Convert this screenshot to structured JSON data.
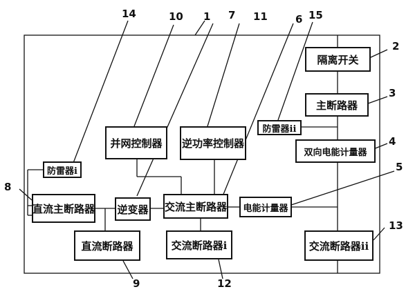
{
  "components": {
    "isolation_switch": "隔离开关",
    "main_breaker": "主断路器",
    "surge_protector_2": "防雷器ii",
    "bidirectional_meter": "双向电能计量器",
    "grid_controller": "并网控制器",
    "reverse_power_controller": "逆功率控制器",
    "surge_protector_1": "防雷器i",
    "dc_main_breaker": "直流主断路器",
    "inverter": "逆变器",
    "ac_main_breaker": "交流主断路器",
    "energy_meter": "电能计量器",
    "dc_breaker": "直流断路器",
    "ac_breaker_1": "交流断路器i",
    "ac_breaker_2": "交流断路器ii"
  },
  "labels": {
    "n1": "1",
    "n2": "2",
    "n3": "3",
    "n4": "4",
    "n5": "5",
    "n6": "6",
    "n7": "7",
    "n8": "8",
    "n9": "9",
    "n10": "10",
    "n11": "11",
    "n12": "12",
    "n13": "13",
    "n14": "14",
    "n15": "15"
  }
}
